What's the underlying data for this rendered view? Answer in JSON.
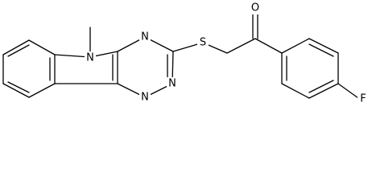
{
  "molecule": {
    "atom_labels": {
      "methyl_nitrogen": "N",
      "triazine_n_top": "N",
      "triazine_n_right": "N",
      "triazine_n_bottom": "N",
      "sulfur": "S",
      "carbonyl_oxygen": "O",
      "fluorine": "F"
    }
  }
}
